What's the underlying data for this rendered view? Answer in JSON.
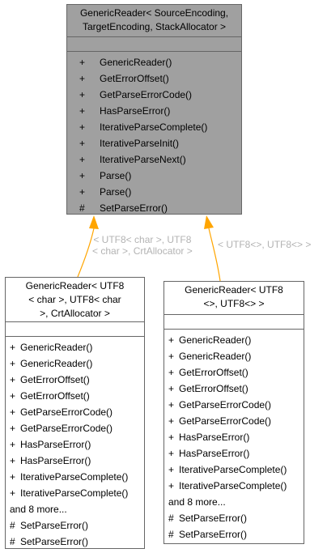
{
  "colors": {
    "base_fill": "#a0a0a0",
    "child_fill": "#ffffff",
    "border": "#666666",
    "arrow": "#ffa500",
    "edge_label": "#b3b3b3"
  },
  "base": {
    "title_lines": [
      "GenericReader< SourceEncoding,",
      "TargetEncoding, StackAllocator >"
    ],
    "members": [
      {
        "vis": "+",
        "name": "GenericReader()"
      },
      {
        "vis": "+",
        "name": "GetErrorOffset()"
      },
      {
        "vis": "+",
        "name": "GetParseErrorCode()"
      },
      {
        "vis": "+",
        "name": "HasParseError()"
      },
      {
        "vis": "+",
        "name": "IterativeParseComplete()"
      },
      {
        "vis": "+",
        "name": "IterativeParseInit()"
      },
      {
        "vis": "+",
        "name": "IterativeParseNext()"
      },
      {
        "vis": "+",
        "name": "Parse()"
      },
      {
        "vis": "+",
        "name": "Parse()"
      },
      {
        "vis": "#",
        "name": "SetParseError()"
      }
    ]
  },
  "left": {
    "title_lines": [
      "GenericReader< UTF8",
      "< char >, UTF8< char",
      ">, CrtAllocator >"
    ],
    "members": [
      {
        "vis": "+",
        "name": "GenericReader()"
      },
      {
        "vis": "+",
        "name": "GenericReader()"
      },
      {
        "vis": "+",
        "name": "GetErrorOffset()"
      },
      {
        "vis": "+",
        "name": "GetErrorOffset()"
      },
      {
        "vis": "+",
        "name": "GetParseErrorCode()"
      },
      {
        "vis": "+",
        "name": "GetParseErrorCode()"
      },
      {
        "vis": "+",
        "name": "HasParseError()"
      },
      {
        "vis": "+",
        "name": "HasParseError()"
      },
      {
        "vis": "+",
        "name": "IterativeParseComplete()"
      },
      {
        "vis": "+",
        "name": "IterativeParseComplete()"
      },
      {
        "vis": "",
        "name": "and 8 more..."
      },
      {
        "vis": "#",
        "name": "SetParseError()"
      },
      {
        "vis": "#",
        "name": "SetParseError()"
      }
    ]
  },
  "right": {
    "title_lines": [
      "GenericReader< UTF8",
      "<>, UTF8<> >"
    ],
    "members": [
      {
        "vis": "+",
        "name": "GenericReader()"
      },
      {
        "vis": "+",
        "name": "GenericReader()"
      },
      {
        "vis": "+",
        "name": "GetErrorOffset()"
      },
      {
        "vis": "+",
        "name": "GetErrorOffset()"
      },
      {
        "vis": "+",
        "name": "GetParseErrorCode()"
      },
      {
        "vis": "+",
        "name": "GetParseErrorCode()"
      },
      {
        "vis": "+",
        "name": "HasParseError()"
      },
      {
        "vis": "+",
        "name": "HasParseError()"
      },
      {
        "vis": "+",
        "name": "IterativeParseComplete()"
      },
      {
        "vis": "+",
        "name": "IterativeParseComplete()"
      },
      {
        "vis": "",
        "name": "and 8 more..."
      },
      {
        "vis": "#",
        "name": "SetParseError()"
      },
      {
        "vis": "#",
        "name": "SetParseError()"
      }
    ]
  },
  "edges": {
    "left_label_lines": [
      "< UTF8< char >, UTF8",
      "< char >, CrtAllocator >"
    ],
    "right_label": "< UTF8<>, UTF8<> >"
  }
}
